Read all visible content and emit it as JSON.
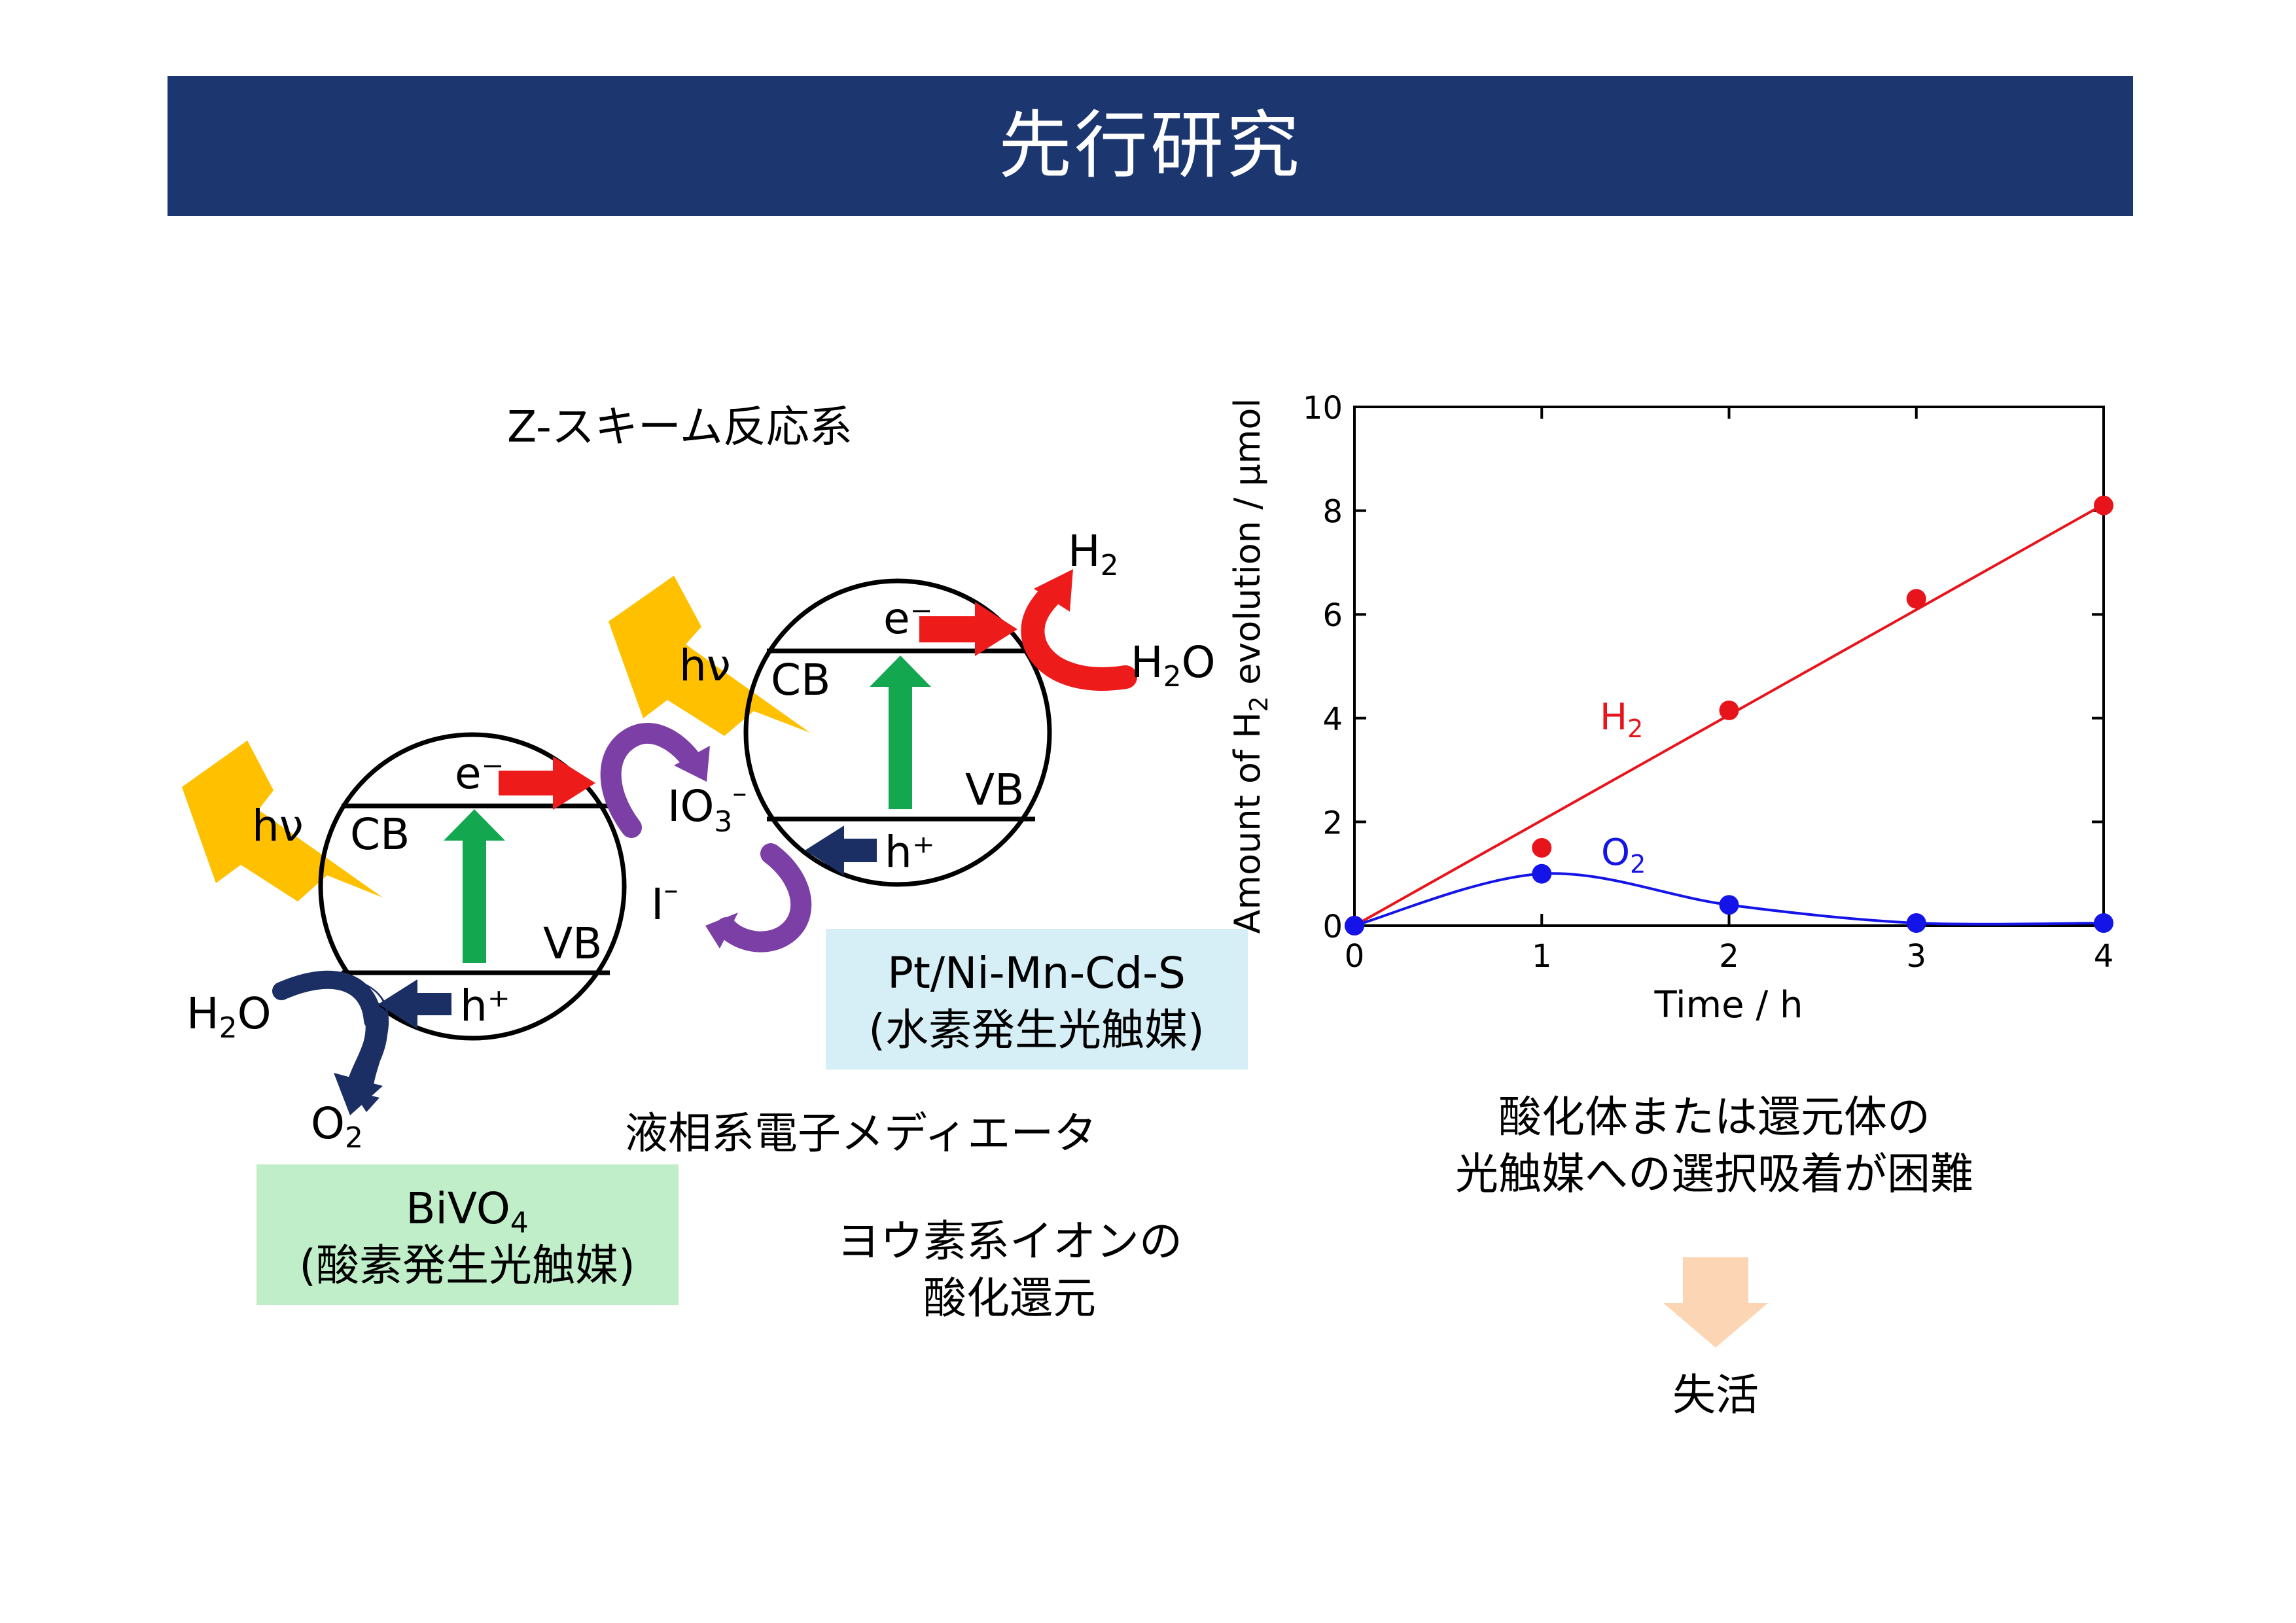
{
  "title": "先行研究",
  "scheme_title": "Z-スキーム反応系",
  "colors": {
    "title_bar": "#1c366f",
    "lightning": "#ffc000",
    "electron_arrow": "#ee1b1b",
    "hole_arrow": "#1c2f64",
    "excitation_arrow": "#13a84f",
    "mediator_arrow": "#7b3fa5",
    "oxygen_label_box": "#bfeec9",
    "hydrogen_label_box": "#d6eef5",
    "down_arrow": "#fcd6b4"
  },
  "left_particle": {
    "light": "hν",
    "cb": "CB",
    "vb": "VB",
    "electron": "e⁻",
    "hole": "h⁺",
    "reactant_base": "H",
    "reactant_sub": "2",
    "reactant_tail": "O",
    "product_base": "O",
    "product_sub": "2"
  },
  "right_particle": {
    "light": "hν",
    "cb": "CB",
    "vb": "VB",
    "electron": "e⁻",
    "hole": "h⁺",
    "product_base": "H",
    "product_sub": "2",
    "reactant_base": "H",
    "reactant_sub": "2",
    "reactant_tail": "O"
  },
  "mediator": {
    "iodate_base": "IO",
    "iodate_sub": "3",
    "iodate_sup": "–",
    "iodide": "I",
    "iodide_sup": "–"
  },
  "oxygen_catalyst": {
    "name_base": "BiVO",
    "name_sub": "4",
    "description": "(酸素発生光触媒)"
  },
  "hydrogen_catalyst": {
    "name": "Pt/Ni-Mn-Cd-S",
    "description": "(水素発生光触媒)"
  },
  "mediator_label": "液相系電子メディエータ",
  "iodine_label_line1": "ヨウ素系イオンの",
  "iodine_label_line2": "酸化還元",
  "conclusion_line1": "酸化体または還元体の",
  "conclusion_line2": "光触媒への選択吸着が困難",
  "result": "失活",
  "chart_data": {
    "type": "scatter",
    "xlabel": "Time / h",
    "ylabel_prefix": "Amount of H",
    "ylabel_sub": "2",
    "ylabel_suffix": " evolution / μmol",
    "xlim": [
      0,
      4
    ],
    "ylim": [
      0,
      10
    ],
    "xticks": [
      0,
      1,
      2,
      3,
      4
    ],
    "yticks": [
      0,
      2,
      4,
      6,
      8,
      10
    ],
    "grid": false,
    "series": [
      {
        "name_base": "H",
        "name_sub": "2",
        "color": "#e8141b",
        "x": [
          0,
          1,
          2,
          3,
          4
        ],
        "y": [
          0,
          1.5,
          4.15,
          6.3,
          8.1
        ],
        "fit": "linear",
        "fit_slope": 2.03
      },
      {
        "name_base": "O",
        "name_sub": "2",
        "color": "#1414e8",
        "x": [
          0,
          1,
          2,
          3,
          4
        ],
        "y": [
          0,
          1.0,
          0.4,
          0.05,
          0.05
        ],
        "fit": "smooth"
      }
    ]
  }
}
